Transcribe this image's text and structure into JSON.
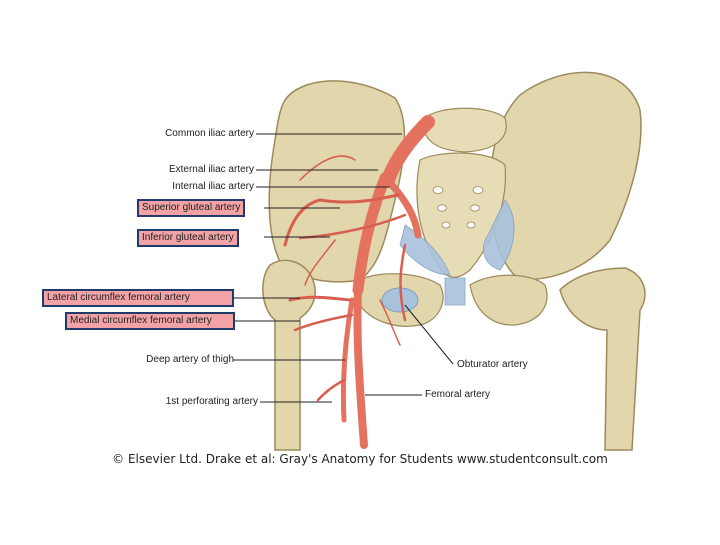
{
  "labels": {
    "common_iliac": "Common iliac artery",
    "external_iliac": "External iliac artery",
    "internal_iliac": "Internal iliac artery",
    "superior_gluteal": "Superior gluteal artery",
    "inferior_gluteal": "Inferior gluteal artery",
    "lateral_circumflex": "Lateral circumflex femoral artery",
    "medial_circumflex": "Medial circumflex femoral artery",
    "deep_artery": "Deep artery of thigh",
    "first_perforating": "1st perforating artery",
    "obturator": "Obturator artery",
    "femoral": "Femoral artery"
  },
  "credit": "© Elsevier Ltd. Drake et al: Gray's Anatomy for Students www.studentconsult.com",
  "colors": {
    "bone": "#e2d6ad",
    "bone_shadow": "#b9a878",
    "artery": "#e4725f",
    "artery_dark": "#b9473a",
    "ligament": "#a8c2dc",
    "highlight_fill": "#f3a3a6",
    "highlight_border": "#1f3a6b"
  }
}
